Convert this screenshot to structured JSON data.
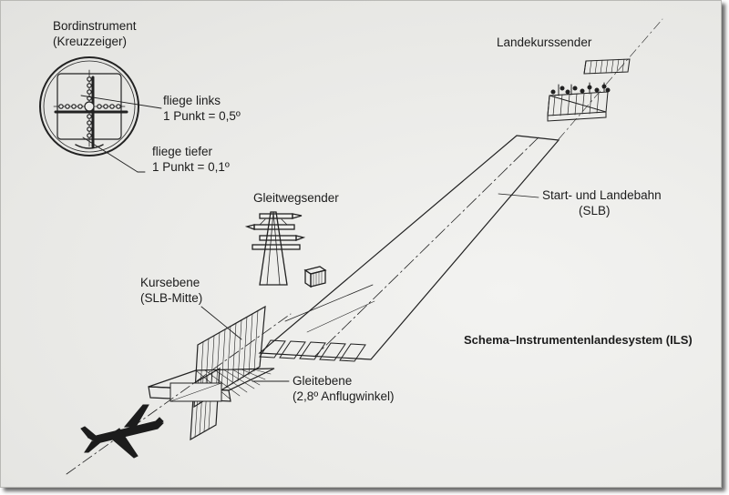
{
  "labels": {
    "bordinstrument": "Bordinstrument",
    "kreuzzeiger": "(Kreuzzeiger)",
    "fliege_links": "fliege links",
    "punkt_links": "1 Punkt = 0,5º",
    "fliege_tiefer": "fliege tiefer",
    "punkt_tiefer": "1 Punkt = 0,1º",
    "landekurssender": "Landekurssender",
    "gleitwegsender": "Gleitwegsender",
    "slb_line1": "Start- und Landebahn",
    "slb_line2": "(SLB)",
    "kursebene": "Kursebene",
    "kursebene_sub": "(SLB-Mitte)",
    "gleitebene": "Gleitebene",
    "gleitebene_sub": "(2,8º Anflugwinkel)",
    "schema": "Schema–Instrumentenlandesystem (ILS)"
  },
  "icons": [
    "crosspointer-instrument-icon",
    "localizer-antenna-icon",
    "glideslope-mast-icon",
    "airplane-icon"
  ]
}
